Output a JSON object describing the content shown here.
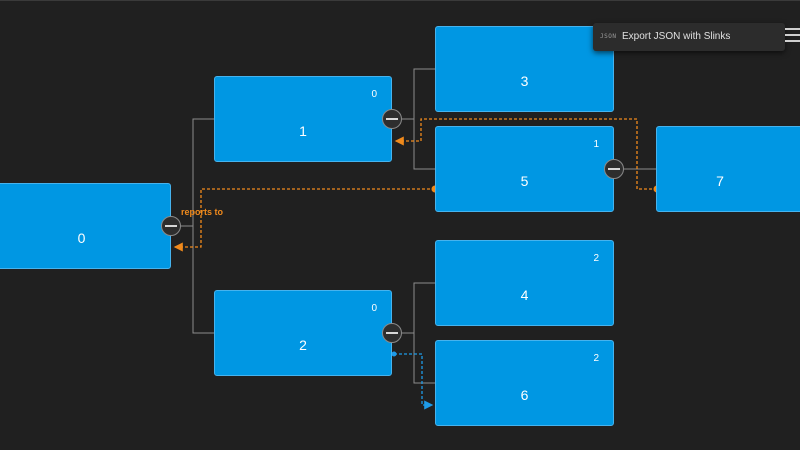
{
  "menu": {
    "icon": "json-icon",
    "icon_text": "JSON",
    "export_label": "Export JSON with Slinks",
    "hamburger_icon": "hamburger-menu-icon"
  },
  "nodes": [
    {
      "id": "0",
      "label": "0",
      "badge": ""
    },
    {
      "id": "1",
      "label": "1",
      "badge": "0"
    },
    {
      "id": "2",
      "label": "2",
      "badge": "0"
    },
    {
      "id": "3",
      "label": "3",
      "badge": ""
    },
    {
      "id": "4",
      "label": "4",
      "badge": "2"
    },
    {
      "id": "5",
      "label": "5",
      "badge": "1"
    },
    {
      "id": "6",
      "label": "6",
      "badge": "2"
    },
    {
      "id": "7",
      "label": "7",
      "badge": ""
    }
  ],
  "edges": [
    {
      "from": "0",
      "to": "1"
    },
    {
      "from": "0",
      "to": "2"
    },
    {
      "from": "1",
      "to": "3"
    },
    {
      "from": "1",
      "to": "5"
    },
    {
      "from": "2",
      "to": "4"
    },
    {
      "from": "2",
      "to": "6"
    },
    {
      "from": "5",
      "to": "7"
    }
  ],
  "slinks": [
    {
      "from": "5",
      "to": "0",
      "label": "reports to",
      "color": "#f08a1c"
    },
    {
      "from": "7",
      "to": "1",
      "label": "",
      "color": "#f08a1c"
    },
    {
      "from": "2",
      "to": "6",
      "label": "",
      "color": "#1e9be8"
    }
  ],
  "colors": {
    "background": "#202020",
    "node_fill": "#0097e3",
    "tree_link": "#8c8c8c",
    "slink_orange": "#f08a1c",
    "slink_blue": "#1e9be8"
  }
}
